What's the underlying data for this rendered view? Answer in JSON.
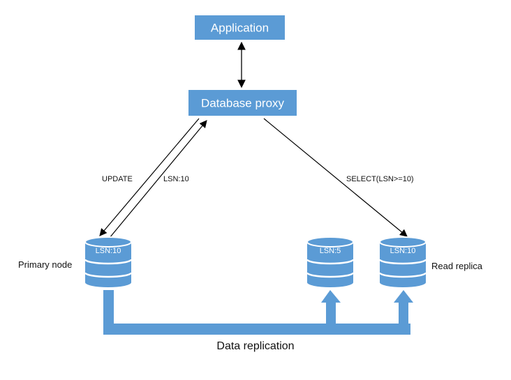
{
  "colors": {
    "box": "#5b9bd5",
    "line": "#000000",
    "text_light": "#ffffff",
    "text_dark": "#111111"
  },
  "nodes": {
    "application": {
      "label": "Application"
    },
    "proxy": {
      "label": "Database proxy"
    },
    "primary": {
      "lsn": "LSN:10",
      "label": "Primary node"
    },
    "replica_mid": {
      "lsn": "LSN:5"
    },
    "replica_right": {
      "lsn": "LSN:10",
      "label": "Read replica"
    }
  },
  "edges": {
    "update": "UPDATE",
    "lsn_return": "LSN:10",
    "select": "SELECT(LSN>=10)"
  },
  "replication": {
    "label": "Data replication"
  }
}
